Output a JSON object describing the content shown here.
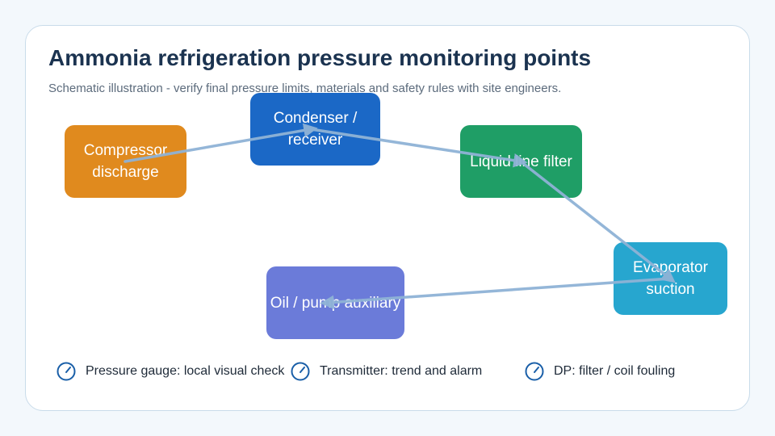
{
  "header": {
    "title": "Ammonia refrigeration pressure monitoring points",
    "subtitle": "Schematic illustration - verify final pressure limits, materials and safety rules with site engineers."
  },
  "diagram": {
    "nodes": [
      {
        "id": "compressor",
        "label": "Compressor discharge",
        "color": "#e08a1e"
      },
      {
        "id": "condenser",
        "label": "Condenser / receiver",
        "color": "#1b68c6"
      },
      {
        "id": "liquid",
        "label": "Liquid line filter",
        "color": "#1f9e66"
      },
      {
        "id": "evaporator",
        "label": "Evaporator suction",
        "color": "#27a6cf"
      },
      {
        "id": "oil",
        "label": "Oil / pump auxiliary",
        "color": "#6b7bd9"
      }
    ],
    "flow_color": "#8fb3d6"
  },
  "legend": {
    "icon": "gauge-icon",
    "icon_color": "#1a5fa8",
    "items": [
      {
        "label": "Pressure gauge: local visual check"
      },
      {
        "label": "Transmitter: trend and alarm"
      },
      {
        "label": "DP: filter / coil fouling"
      }
    ]
  }
}
